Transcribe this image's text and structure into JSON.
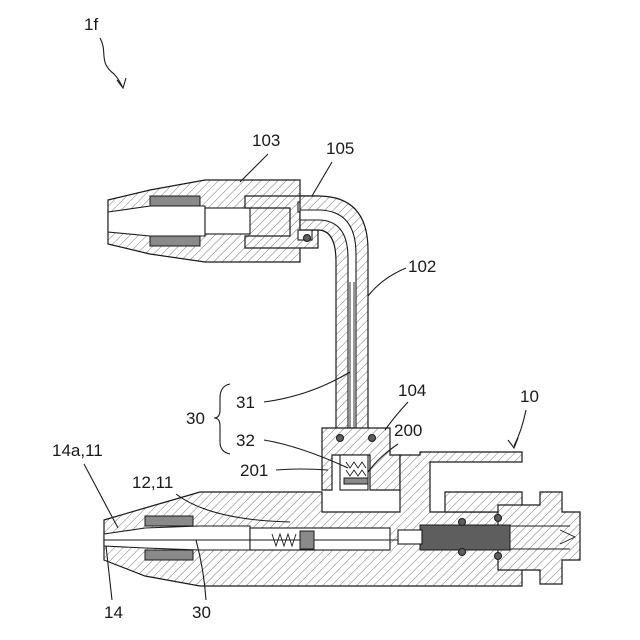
{
  "labels": {
    "figure_id": "1f",
    "l103": "103",
    "l105": "105",
    "l102": "102",
    "l104": "104",
    "l10": "10",
    "l30_group": "30",
    "l31": "31",
    "l32": "32",
    "l200": "200",
    "l201": "201",
    "l14a_11": "14a,11",
    "l12_11": "12,11",
    "l14": "14",
    "l30_bottom": "30"
  }
}
